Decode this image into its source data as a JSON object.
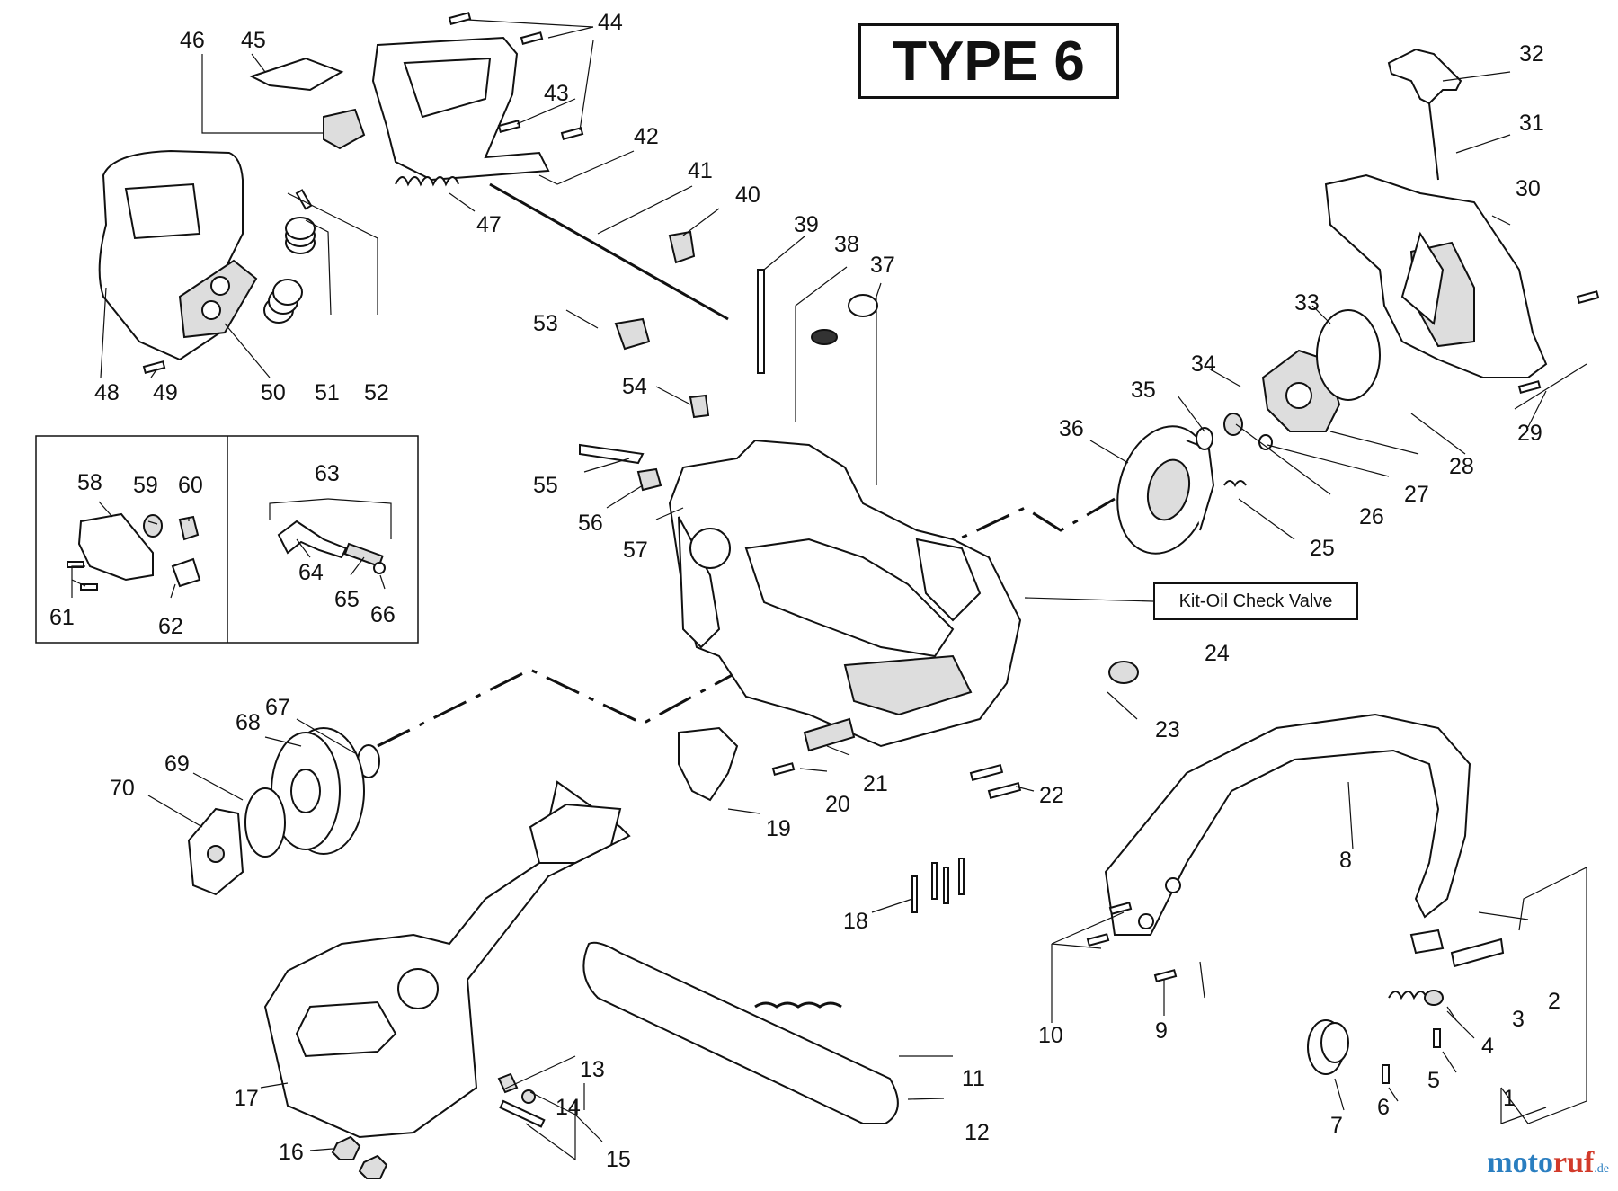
{
  "title_box": "TYPE 6",
  "callout_box": "Kit-Oil Check Valve",
  "brand": {
    "part1": "moto",
    "part2": "ruf",
    "part3": ".de"
  },
  "labels": [
    "1",
    "2",
    "3",
    "4",
    "5",
    "6",
    "7",
    "8",
    "9",
    "10",
    "11",
    "12",
    "13",
    "14",
    "15",
    "16",
    "17",
    "18",
    "19",
    "20",
    "21",
    "22",
    "23",
    "24",
    "25",
    "26",
    "27",
    "28",
    "29",
    "30",
    "31",
    "32",
    "33",
    "34",
    "35",
    "36",
    "37",
    "38",
    "39",
    "40",
    "41",
    "42",
    "43",
    "44",
    "45",
    "46",
    "47",
    "48",
    "49",
    "50",
    "51",
    "52",
    "53",
    "54",
    "55",
    "56",
    "57",
    "58",
    "59",
    "60",
    "61",
    "62",
    "63",
    "64",
    "65",
    "66",
    "67",
    "68",
    "69",
    "70"
  ]
}
